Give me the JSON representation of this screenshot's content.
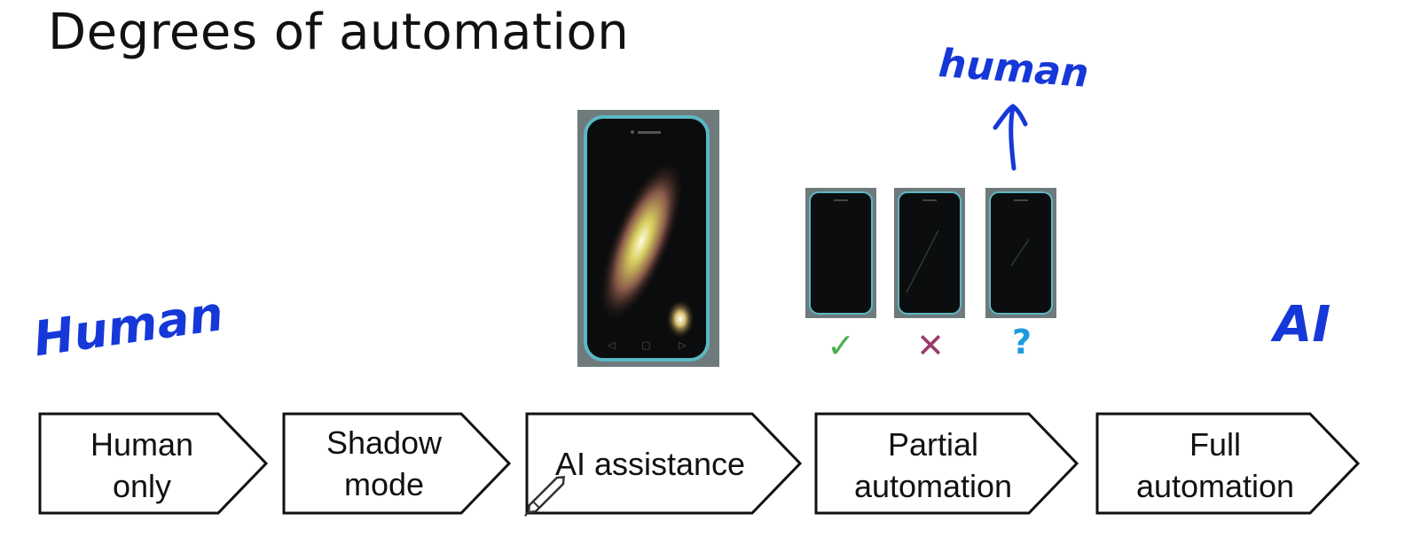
{
  "title": "Degrees of automation",
  "annotations": {
    "human_left": "Human",
    "ai": "AI",
    "human_top": "human"
  },
  "stages": [
    {
      "label_line1": "Human",
      "label_line2": "only"
    },
    {
      "label_line1": "Shadow",
      "label_line2": "mode"
    },
    {
      "label_line1": "AI assistance",
      "label_line2": ""
    },
    {
      "label_line1": "Partial",
      "label_line2": "automation"
    },
    {
      "label_line1": "Full",
      "label_line2": "automation"
    }
  ],
  "phone_marks": [
    {
      "icon": "check-icon",
      "glyph": "✓",
      "color": "#4caf50"
    },
    {
      "icon": "cross-icon",
      "glyph": "✕",
      "color": "#9b3a6b"
    },
    {
      "icon": "question-icon",
      "glyph": "?",
      "color": "#1e9be0"
    }
  ],
  "colors": {
    "ink": "#1638d8",
    "phone_frame": "#5bb8c4"
  }
}
